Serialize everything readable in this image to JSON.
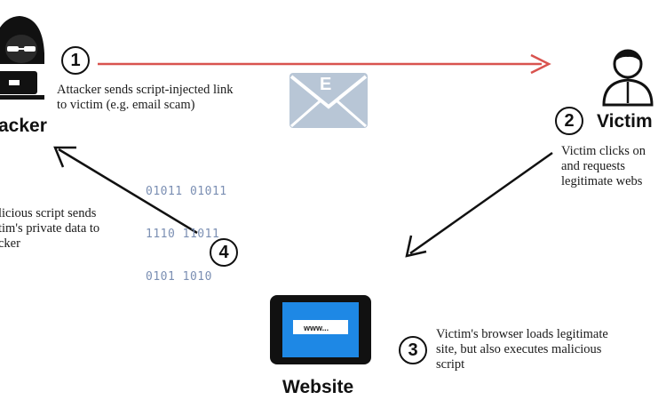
{
  "attacker": {
    "label": "acker",
    "step1_number": "1",
    "step1_text_line1": "Attacker sends script-injected link",
    "step1_text_line2": "to victim (e.g. email scam)"
  },
  "email_icon": {
    "letter": "E"
  },
  "victim": {
    "label": "Victim",
    "step2_number": "2",
    "step2_text_line1": "Victim clicks on",
    "step2_text_line2": "and requests",
    "step2_text_line3": "legitimate webs"
  },
  "website": {
    "label": "Website",
    "url": "www...",
    "step3_number": "3",
    "step3_text_line1": "Victim's browser loads legitimate",
    "step3_text_line2": "site, but also executes malicious",
    "step3_text_line3": "script"
  },
  "exfiltration": {
    "step4_number": "4",
    "step4_text_line1": "licious script sends",
    "step4_text_line2": "tim's private data to",
    "step4_text_line3": "cker",
    "binary_line1": "01011 01011",
    "binary_line2": "1110 11011",
    "binary_line3": "0101 1010"
  },
  "colors": {
    "attack_arrow": "#d9534f",
    "flow_arrow": "#111111",
    "email_body": "#b8c6d6",
    "screen": "#1e88e5",
    "binary": "#7b8fb3"
  }
}
